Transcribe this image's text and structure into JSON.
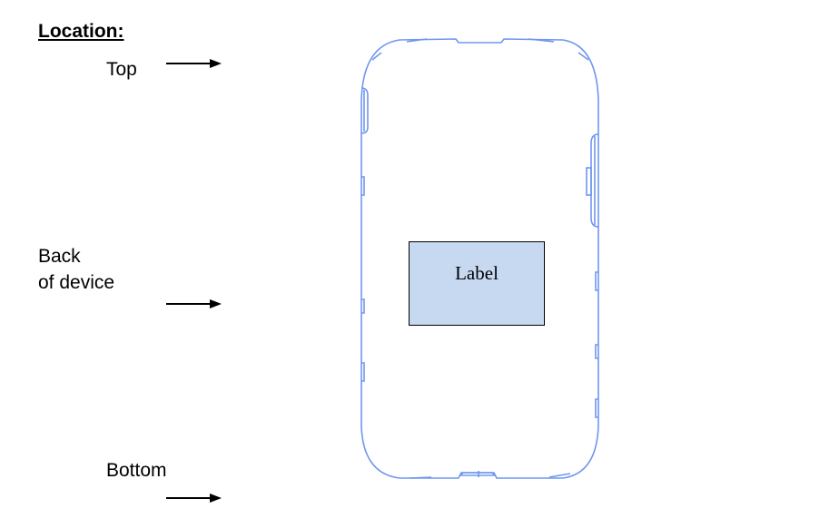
{
  "heading": "Location:",
  "markers": [
    {
      "label": "Top",
      "arrow": "right-arrow"
    },
    {
      "label": "Back\nof device",
      "line1": "Back",
      "line2": "of device",
      "arrow": "right-arrow"
    },
    {
      "label": "Bottom",
      "arrow": "right-arrow"
    }
  ],
  "device": {
    "outline_color": "#6f96f0",
    "label": {
      "text": "Label",
      "fill": "#c6d9f1",
      "border": "#000000"
    }
  }
}
